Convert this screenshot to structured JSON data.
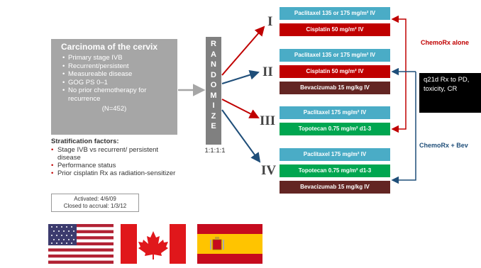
{
  "eligibility": {
    "title": "Carcinoma of the cervix",
    "criteria": [
      "Primary stage IVB",
      "Recurrent/persistent",
      "Measureable disease",
      "GOG PS 0–1",
      "No prior chemotherapy for recurrence"
    ],
    "n": "(N=452)"
  },
  "randomize": {
    "letters": [
      "R",
      "A",
      "N",
      "D",
      "O",
      "M",
      "I",
      "Z",
      "E"
    ],
    "ratio": "1:1:1:1"
  },
  "stratification": {
    "title": "Stratification factors:",
    "items": [
      "Stage IVB vs recurrent/ persistent disease",
      "Performance status",
      "Prior cisplatin Rx as radiation-sensitizer"
    ]
  },
  "dates": {
    "activated": "Activated: 4/6/09",
    "closed": "Closed to accrual: 1/3/12"
  },
  "arms": [
    {
      "label": "I",
      "drugs": [
        {
          "text": "Paclitaxel 135 or 175 mg/m² IV",
          "color": "#4aacc6"
        },
        {
          "text": "Cisplatin 50 mg/m² IV",
          "color": "#c00000"
        }
      ]
    },
    {
      "label": "II",
      "drugs": [
        {
          "text": "Paclitaxel 135 or 175 mg/m² IV",
          "color": "#4aacc6"
        },
        {
          "text": "Cisplatin 50 mg/m² IV",
          "color": "#c00000"
        },
        {
          "text": "Bevacizumab 15 mg/kg IV",
          "color": "#632523"
        }
      ]
    },
    {
      "label": "III",
      "drugs": [
        {
          "text": "Paclitaxel 175 mg/m² IV",
          "color": "#4aacc6"
        },
        {
          "text": "Topotecan 0.75 mg/m² d1-3",
          "color": "#00a650"
        }
      ]
    },
    {
      "label": "IV",
      "drugs": [
        {
          "text": "Paclitaxel 175 mg/m² IV",
          "color": "#4aacc6"
        },
        {
          "text": "Topotecan 0.75 mg/m² d1-3",
          "color": "#00a650"
        },
        {
          "text": "Bevacizumab 15 mg/kg IV",
          "color": "#632523"
        }
      ]
    }
  ],
  "legend": {
    "chemo_alone": "ChemoRx alone",
    "chemo_bev": "ChemoRx + Bev"
  },
  "q21d": "q21d Rx to PD, toxicity, CR",
  "flags": [
    "flag-usa",
    "flag-canada",
    "flag-spain"
  ],
  "colors": {
    "red_arrow": "#c00000",
    "blue_arrow": "#1f4e79",
    "grey_box": "#a6a6a6"
  }
}
